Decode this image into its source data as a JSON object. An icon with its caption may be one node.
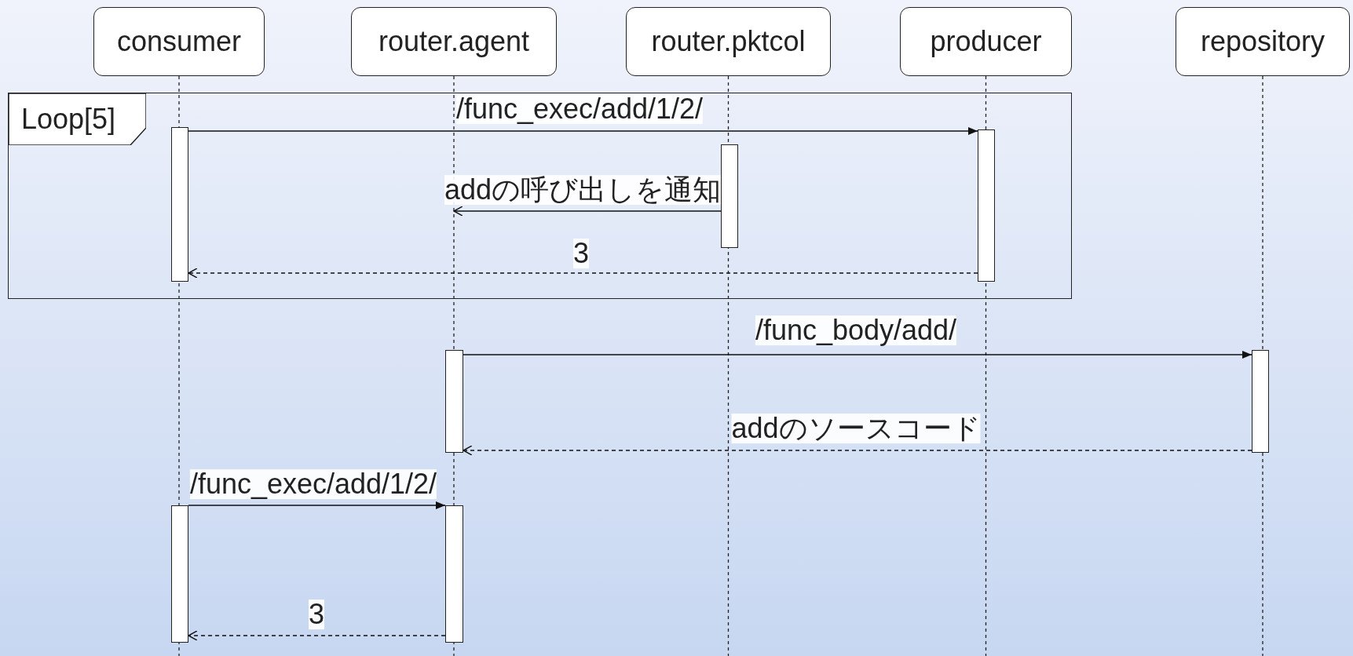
{
  "diagram": {
    "nodes": [
      {
        "text": [
          "consumer"
        ]
      },
      {
        "text": [
          "router.agent"
        ]
      },
      {
        "text": [
          "router.pktcol"
        ]
      },
      {
        "text": [
          "producer"
        ]
      },
      {
        "text": [
          "repository"
        ]
      },
      {
        "text": [
          "Loop[5]"
        ]
      },
      {
        "text": [],
        "shape": "bar",
        "in": 5
      },
      {
        "text": [],
        "shape": "bar",
        "in": 5
      },
      {
        "text": [],
        "shape": "bar",
        "in": 5
      },
      {
        "text": [],
        "shape": "bar"
      },
      {
        "text": [],
        "shape": "bar"
      },
      {
        "text": [],
        "shape": "bar"
      },
      {
        "text": [],
        "shape": "bar"
      }
    ],
    "edges": [
      {
        "from": 6,
        "to": 8,
        "arrow": "to",
        "label": "/func_exec/add/1/2/"
      },
      {
        "from": 7,
        "to": null,
        "arrow": "to",
        "label": "addの呼び出しを通知"
      },
      {
        "from": 8,
        "to": 6,
        "arrow": "to",
        "label": "3",
        "style": "dashed"
      },
      {
        "from": 9,
        "to": 10,
        "arrow": "to",
        "label": "/func_body/add/"
      },
      {
        "from": 10,
        "to": 9,
        "arrow": "to",
        "label": "addのソースコード",
        "style": "dashed"
      },
      {
        "from": 11,
        "to": 12,
        "arrow": "to",
        "label": "/func_exec/add/1/2/"
      },
      {
        "from": 12,
        "to": 11,
        "arrow": "to",
        "label": "3",
        "style": "dashed"
      }
    ]
  }
}
